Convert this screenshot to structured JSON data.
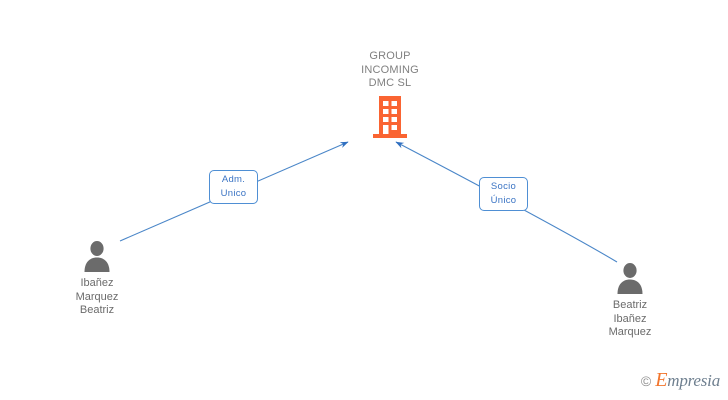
{
  "diagram": {
    "type": "corporate-relationship-graph",
    "background_color": "#ffffff",
    "company": {
      "name": "GROUP\nINCOMING\nDMC SL",
      "icon": "building-icon",
      "icon_color": "#fa6432",
      "text_color": "#808080"
    },
    "people": [
      {
        "id": "person-left",
        "name": "Ibañez\nMarquez\nBeatriz",
        "icon": "person-icon",
        "icon_color": "#6b6b6b"
      },
      {
        "id": "person-right",
        "name": "Beatriz\nIbañez\nMarquez",
        "icon": "person-icon",
        "icon_color": "#6b6b6b"
      }
    ],
    "relations": [
      {
        "id": "rel-adm",
        "label": "Adm.\nUnico",
        "from": "person-left",
        "to": "company",
        "border_color": "#4f8fd4",
        "text_color": "#3b74c4"
      },
      {
        "id": "rel-socio",
        "label": "Socio\nÚnico",
        "from": "person-right",
        "to": "company",
        "border_color": "#4f8fd4",
        "text_color": "#3b74c4"
      }
    ],
    "edge_color": "#4a86c8"
  },
  "watermark": {
    "copyright": "©",
    "brand_initial": "E",
    "brand_rest": "mpresia",
    "brand_initial_color": "#f2762e",
    "brand_rest_color": "#6e7f8f"
  }
}
